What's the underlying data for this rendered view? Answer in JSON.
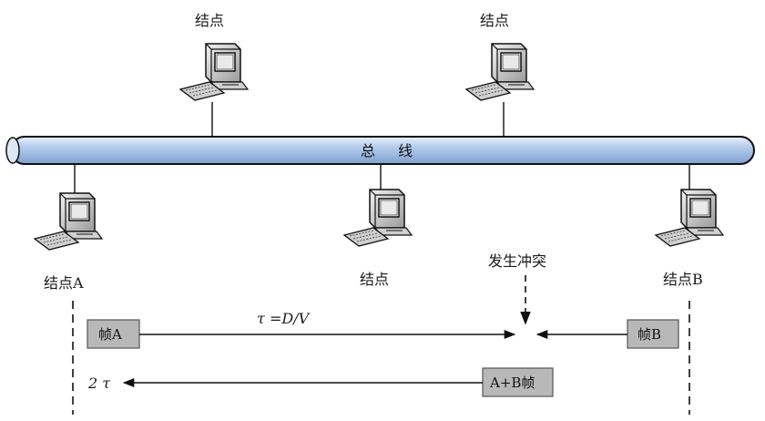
{
  "bus": {
    "label": "总 线",
    "color": "#a9c6e8"
  },
  "nodes": {
    "top_left": "结点",
    "top_right": "结点",
    "bottom_left": "结点A",
    "bottom_middle": "结点",
    "bottom_right": "结点B"
  },
  "collision_label": "发生冲突",
  "frames": {
    "frame_a": "帧A",
    "frame_b": "帧B",
    "frame_ab": "A+B帧"
  },
  "formula": "τ =D/V",
  "round_trip": "2 τ",
  "icons": {
    "node": "computer-icon"
  }
}
